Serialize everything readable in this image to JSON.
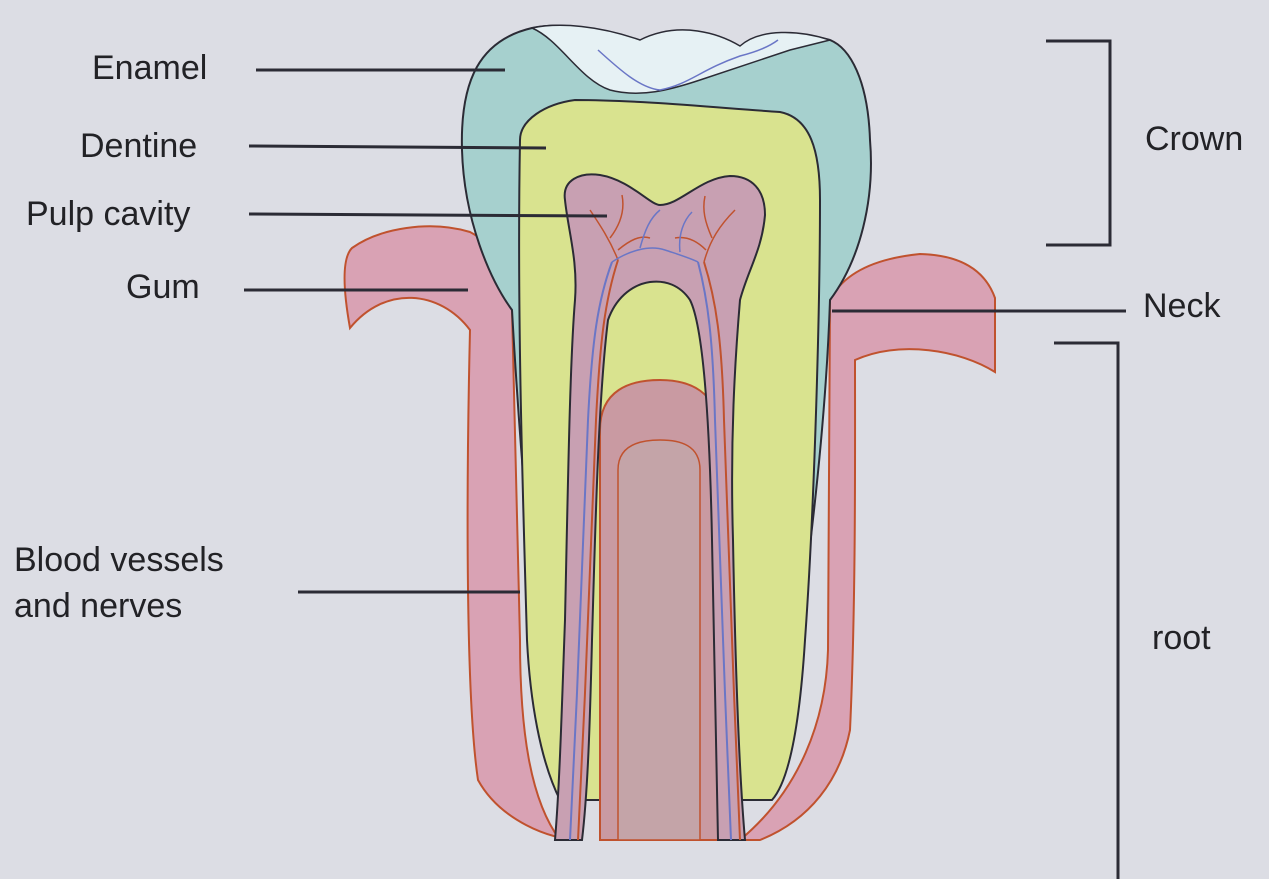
{
  "labels": {
    "enamel": "Enamel",
    "dentine": "Dentine",
    "pulp_cavity": "Pulp cavity",
    "gum": "Gum",
    "blood_vessels_line1": "Blood vessels",
    "blood_vessels_line2": "and nerves",
    "crown": "Crown",
    "neck": "Neck",
    "root": "root"
  },
  "colors": {
    "background": "#dcdde4",
    "enamel": "#a6d0ce",
    "dentine": "#d9e38f",
    "pulp": "#c8a0b2",
    "gum": "#d9a2b4",
    "vessel_red": "#c0522e",
    "nerve_blue": "#6a76c6",
    "outline": "#2b2b35"
  }
}
